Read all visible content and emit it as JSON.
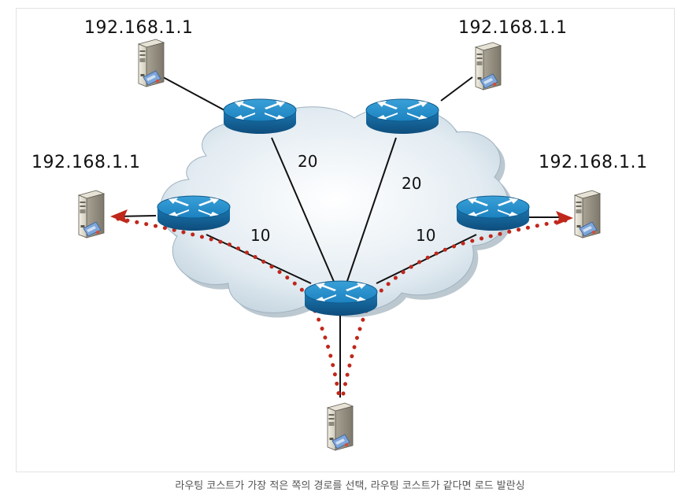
{
  "diagram": {
    "ip_labels": {
      "top_left": "192.168.1.1",
      "top_right": "192.168.1.1",
      "mid_left": "192.168.1.1",
      "mid_right": "192.168.1.1"
    },
    "costs": {
      "top_left_link": "20",
      "top_right_link": "20",
      "left_link": "10",
      "right_link": "10"
    },
    "colors": {
      "router_blue": "#1f86c4",
      "path_dots": "#c0271b",
      "cloud": "#dbe7ef"
    }
  },
  "caption": "라우팅 코스트가 가장 적은 쪽의 경로를 선택, 라우팅 코스트가 같다면 로드 발란싱"
}
